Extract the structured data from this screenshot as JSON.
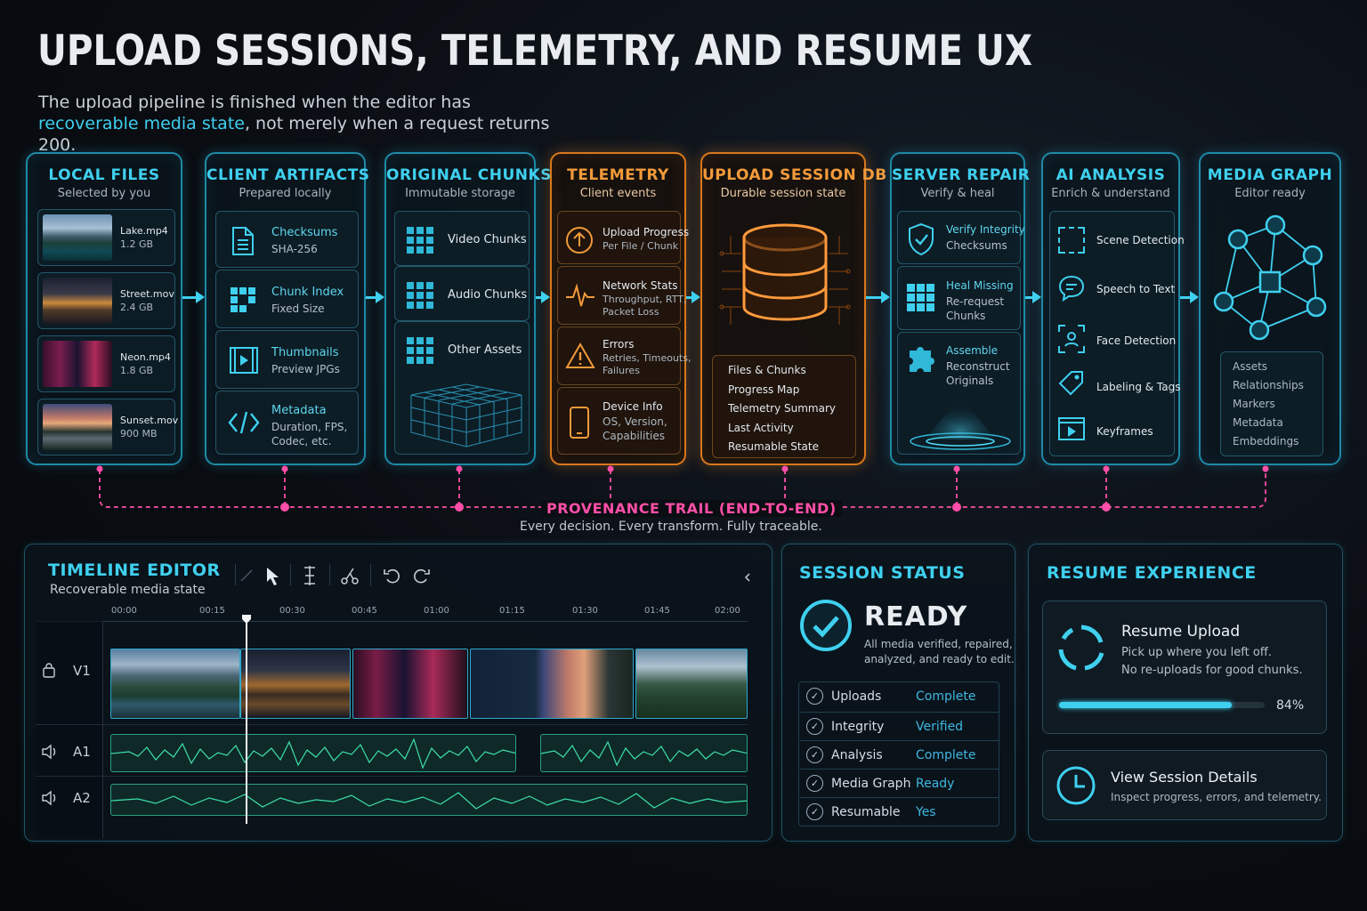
{
  "title": "UPLOAD SESSIONS, TELEMETRY, AND RESUME UX",
  "subtitle": {
    "part1": "The upload pipeline is finished when the editor has ",
    "highlight": "recoverable media state",
    "part2": ", not merely when a request returns 200."
  },
  "colors": {
    "accent": "#3fd0ef",
    "orange": "#f29a3a",
    "provenance": "#ff4fa8",
    "audio": "#2aa07c"
  },
  "stages": {
    "local_files": {
      "title": "LOCAL FILES",
      "subtitle": "Selected by you",
      "files": [
        {
          "name": "Lake.mp4",
          "size": "1.2 GB"
        },
        {
          "name": "Street.mov",
          "size": "2.4 GB"
        },
        {
          "name": "Neon.mp4",
          "size": "1.8 GB"
        },
        {
          "name": "Sunset.mov",
          "size": "900 MB"
        }
      ]
    },
    "client_artifacts": {
      "title": "CLIENT ARTIFACTS",
      "subtitle": "Prepared locally",
      "items": [
        {
          "icon": "document-icon",
          "label": "Checksums",
          "detail": "SHA-256"
        },
        {
          "icon": "grid-index-icon",
          "label": "Chunk Index",
          "detail": "Fixed Size"
        },
        {
          "icon": "film-play-icon",
          "label": "Thumbnails",
          "detail": "Preview JPGs"
        },
        {
          "icon": "code-icon",
          "label": "Metadata",
          "detail": "Duration, FPS,",
          "detail2": "Codec, etc."
        }
      ]
    },
    "original_chunks": {
      "title": "ORIGINAL CHUNKS",
      "subtitle": "Immutable storage",
      "items": [
        {
          "icon": "grid-icon",
          "label": "Video Chunks"
        },
        {
          "icon": "grid-icon",
          "label": "Audio Chunks"
        },
        {
          "icon": "grid-icon",
          "label": "Other Assets"
        }
      ]
    },
    "telemetry": {
      "title": "TELEMETRY",
      "subtitle": "Client events",
      "items": [
        {
          "icon": "upload-arrow-icon",
          "label": "Upload Progress",
          "detail": "Per File / Chunk"
        },
        {
          "icon": "pulse-icon",
          "label": "Network Stats",
          "detail": "Throughput, RTT,",
          "detail2": "Packet Loss"
        },
        {
          "icon": "warning-icon",
          "label": "Errors",
          "detail": "Retries, Timeouts,",
          "detail2": "Failures"
        },
        {
          "icon": "phone-icon",
          "label": "Device Info",
          "detail": "OS, Version,",
          "detail2": "Capabilities"
        }
      ]
    },
    "session_db": {
      "title": "UPLOAD SESSION DB",
      "subtitle": "Durable session state",
      "items": [
        "Files & Chunks",
        "Progress Map",
        "Telemetry Summary",
        "Last Activity",
        "Resumable State"
      ]
    },
    "server_repair": {
      "title": "SERVER REPAIR",
      "subtitle": "Verify & heal",
      "items": [
        {
          "icon": "shield-check-icon",
          "label": "Verify Integrity",
          "detail": "Checksums"
        },
        {
          "icon": "grid-icon",
          "label": "Heal Missing",
          "detail": "Re-request",
          "detail2": "Chunks"
        },
        {
          "icon": "puzzle-icon",
          "label": "Assemble",
          "detail": "Reconstruct",
          "detail2": "Originals"
        }
      ]
    },
    "ai_analysis": {
      "title": "AI ANALYSIS",
      "subtitle": "Enrich & understand",
      "items": [
        {
          "icon": "scene-frame-icon",
          "label": "Scene Detection"
        },
        {
          "icon": "speech-bubble-icon",
          "label": "Speech to Text"
        },
        {
          "icon": "face-scan-icon",
          "label": "Face Detection"
        },
        {
          "icon": "tag-icon",
          "label": "Labeling & Tags"
        },
        {
          "icon": "keyframe-icon",
          "label": "Keyframes"
        }
      ]
    },
    "media_graph": {
      "title": "MEDIA GRAPH",
      "subtitle": "Editor ready",
      "items": [
        "Assets",
        "Relationships",
        "Markers",
        "Metadata",
        "Embeddings"
      ]
    }
  },
  "provenance": {
    "title": "PROVENANCE TRAIL (END-TO-END)",
    "subtitle": "Every decision. Every transform. Fully traceable."
  },
  "timeline": {
    "title": "TIMELINE EDITOR",
    "subtitle": "Recoverable media state",
    "ticks": [
      "00:00",
      "00:15",
      "00:30",
      "00:45",
      "01:00",
      "01:15",
      "01:30",
      "01:45",
      "02:00"
    ],
    "tracks": {
      "v1": "V1",
      "a1": "A1",
      "a2": "A2"
    },
    "playhead_time": "00:21"
  },
  "session_status": {
    "title": "SESSION STATUS",
    "state": "READY",
    "description1": "All media verified, repaired,",
    "description2": "analyzed, and ready to edit.",
    "rows": [
      {
        "name": "Uploads",
        "value": "Complete"
      },
      {
        "name": "Integrity",
        "value": "Verified"
      },
      {
        "name": "Analysis",
        "value": "Complete"
      },
      {
        "name": "Media Graph",
        "value": "Ready"
      },
      {
        "name": "Resumable",
        "value": "Yes"
      }
    ]
  },
  "resume": {
    "title": "RESUME EXPERIENCE",
    "resume_title": "Resume Upload",
    "resume_line1": "Pick up where you left off.",
    "resume_line2": "No re-uploads for good chunks.",
    "progress": 0.84,
    "progress_label": "84%",
    "details_title": "View Session Details",
    "details_line": "Inspect progress, errors, and telemetry."
  }
}
